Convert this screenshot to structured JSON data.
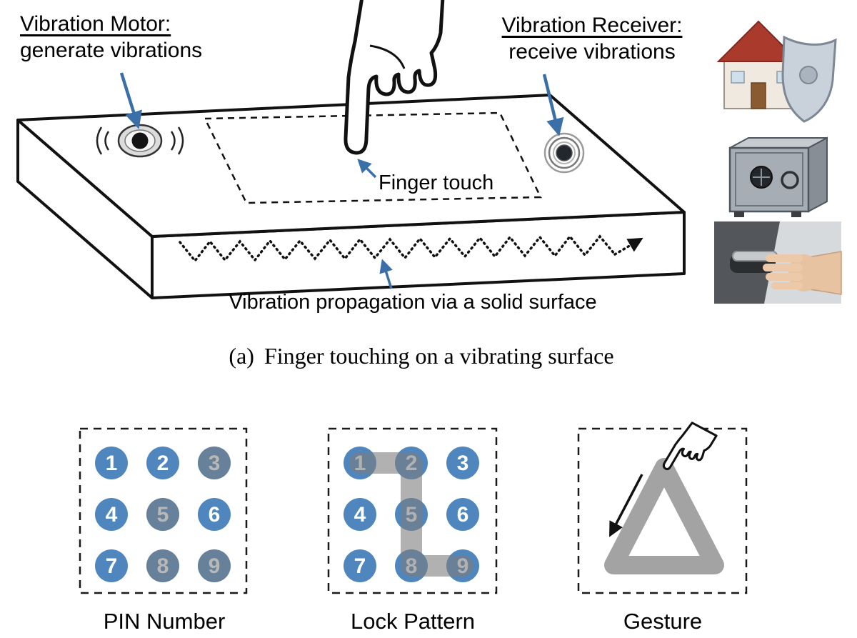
{
  "figure": {
    "caption_label": "(a)",
    "caption_text": "Finger touching on a vibrating surface"
  },
  "annotations": {
    "motor_title": "Vibration Motor:",
    "motor_subtitle": "generate vibrations",
    "receiver_title": "Vibration Receiver:",
    "receiver_subtitle": "receive vibrations",
    "finger_touch": "Finger touch",
    "propagation": "Vibration propagation via a solid surface"
  },
  "photos": [
    {
      "name": "house-with-security-shield"
    },
    {
      "name": "metal-safe"
    },
    {
      "name": "hand-on-car-door-handle"
    }
  ],
  "auth_panels": [
    {
      "label": "PIN Number",
      "type": "pin",
      "keys": [
        "1",
        "2",
        "3",
        "4",
        "5",
        "6",
        "7",
        "8",
        "9"
      ],
      "highlighted_keys": [
        "3",
        "5",
        "8",
        "9"
      ]
    },
    {
      "label": "Lock Pattern",
      "type": "pattern",
      "keys": [
        "1",
        "2",
        "3",
        "4",
        "5",
        "6",
        "7",
        "8",
        "9"
      ],
      "pattern_sequence": [
        "1",
        "2",
        "5",
        "8",
        "9"
      ]
    },
    {
      "label": "Gesture",
      "type": "gesture",
      "gesture_shape": "triangle"
    }
  ],
  "colors": {
    "key_blue": "#4e86bd",
    "annotation_blue": "#3a6fa8",
    "overlay_gray": "rgba(125,125,125,0.55)",
    "pattern_gray": "rgba(125,125,125,0.6)",
    "gesture_gray": "rgba(128,128,128,0.72)"
  }
}
